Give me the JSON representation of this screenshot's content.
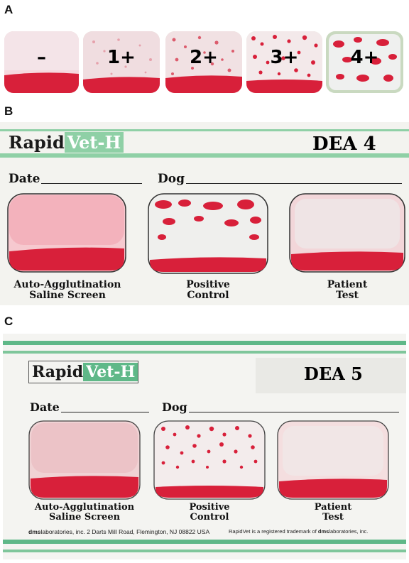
{
  "panels": {
    "a": {
      "label": "A",
      "grades": [
        "–",
        "1+",
        "2+",
        "3+",
        "4+"
      ]
    },
    "b": {
      "label": "B",
      "brand_rapid": "Rapid",
      "brand_vet": "Vet-H",
      "dea": "DEA 4",
      "date_label": "Date",
      "dog_label": "Dog",
      "captions": [
        [
          "Auto-Agglutination",
          "Saline Screen"
        ],
        [
          "Positive",
          "Control"
        ],
        [
          "Patient",
          "Test"
        ]
      ]
    },
    "c": {
      "label": "C",
      "brand_rapid": "Rapid",
      "brand_vet": "Vet-H",
      "dea": "DEA 5",
      "date_label": "Date",
      "dog_label": "Dog",
      "captions": [
        [
          "Auto-Agglutination",
          "Saline Screen"
        ],
        [
          "Positive",
          "Control"
        ],
        [
          "Patient",
          "Test"
        ]
      ],
      "footer_left_bold": "dms",
      "footer_left": "laboratories, inc.  2 Darts Mill Road, Flemington, NJ 08822 USA",
      "footer_right_a": "RapidVet is a registered trademark of ",
      "footer_right_bold": "dms",
      "footer_right_b": "laboratories, inc."
    }
  },
  "colors": {
    "blood": "#d8203a",
    "blood_light": "#f2b7bf",
    "green": "#8fd0a6",
    "card": "#f4f4f0"
  }
}
